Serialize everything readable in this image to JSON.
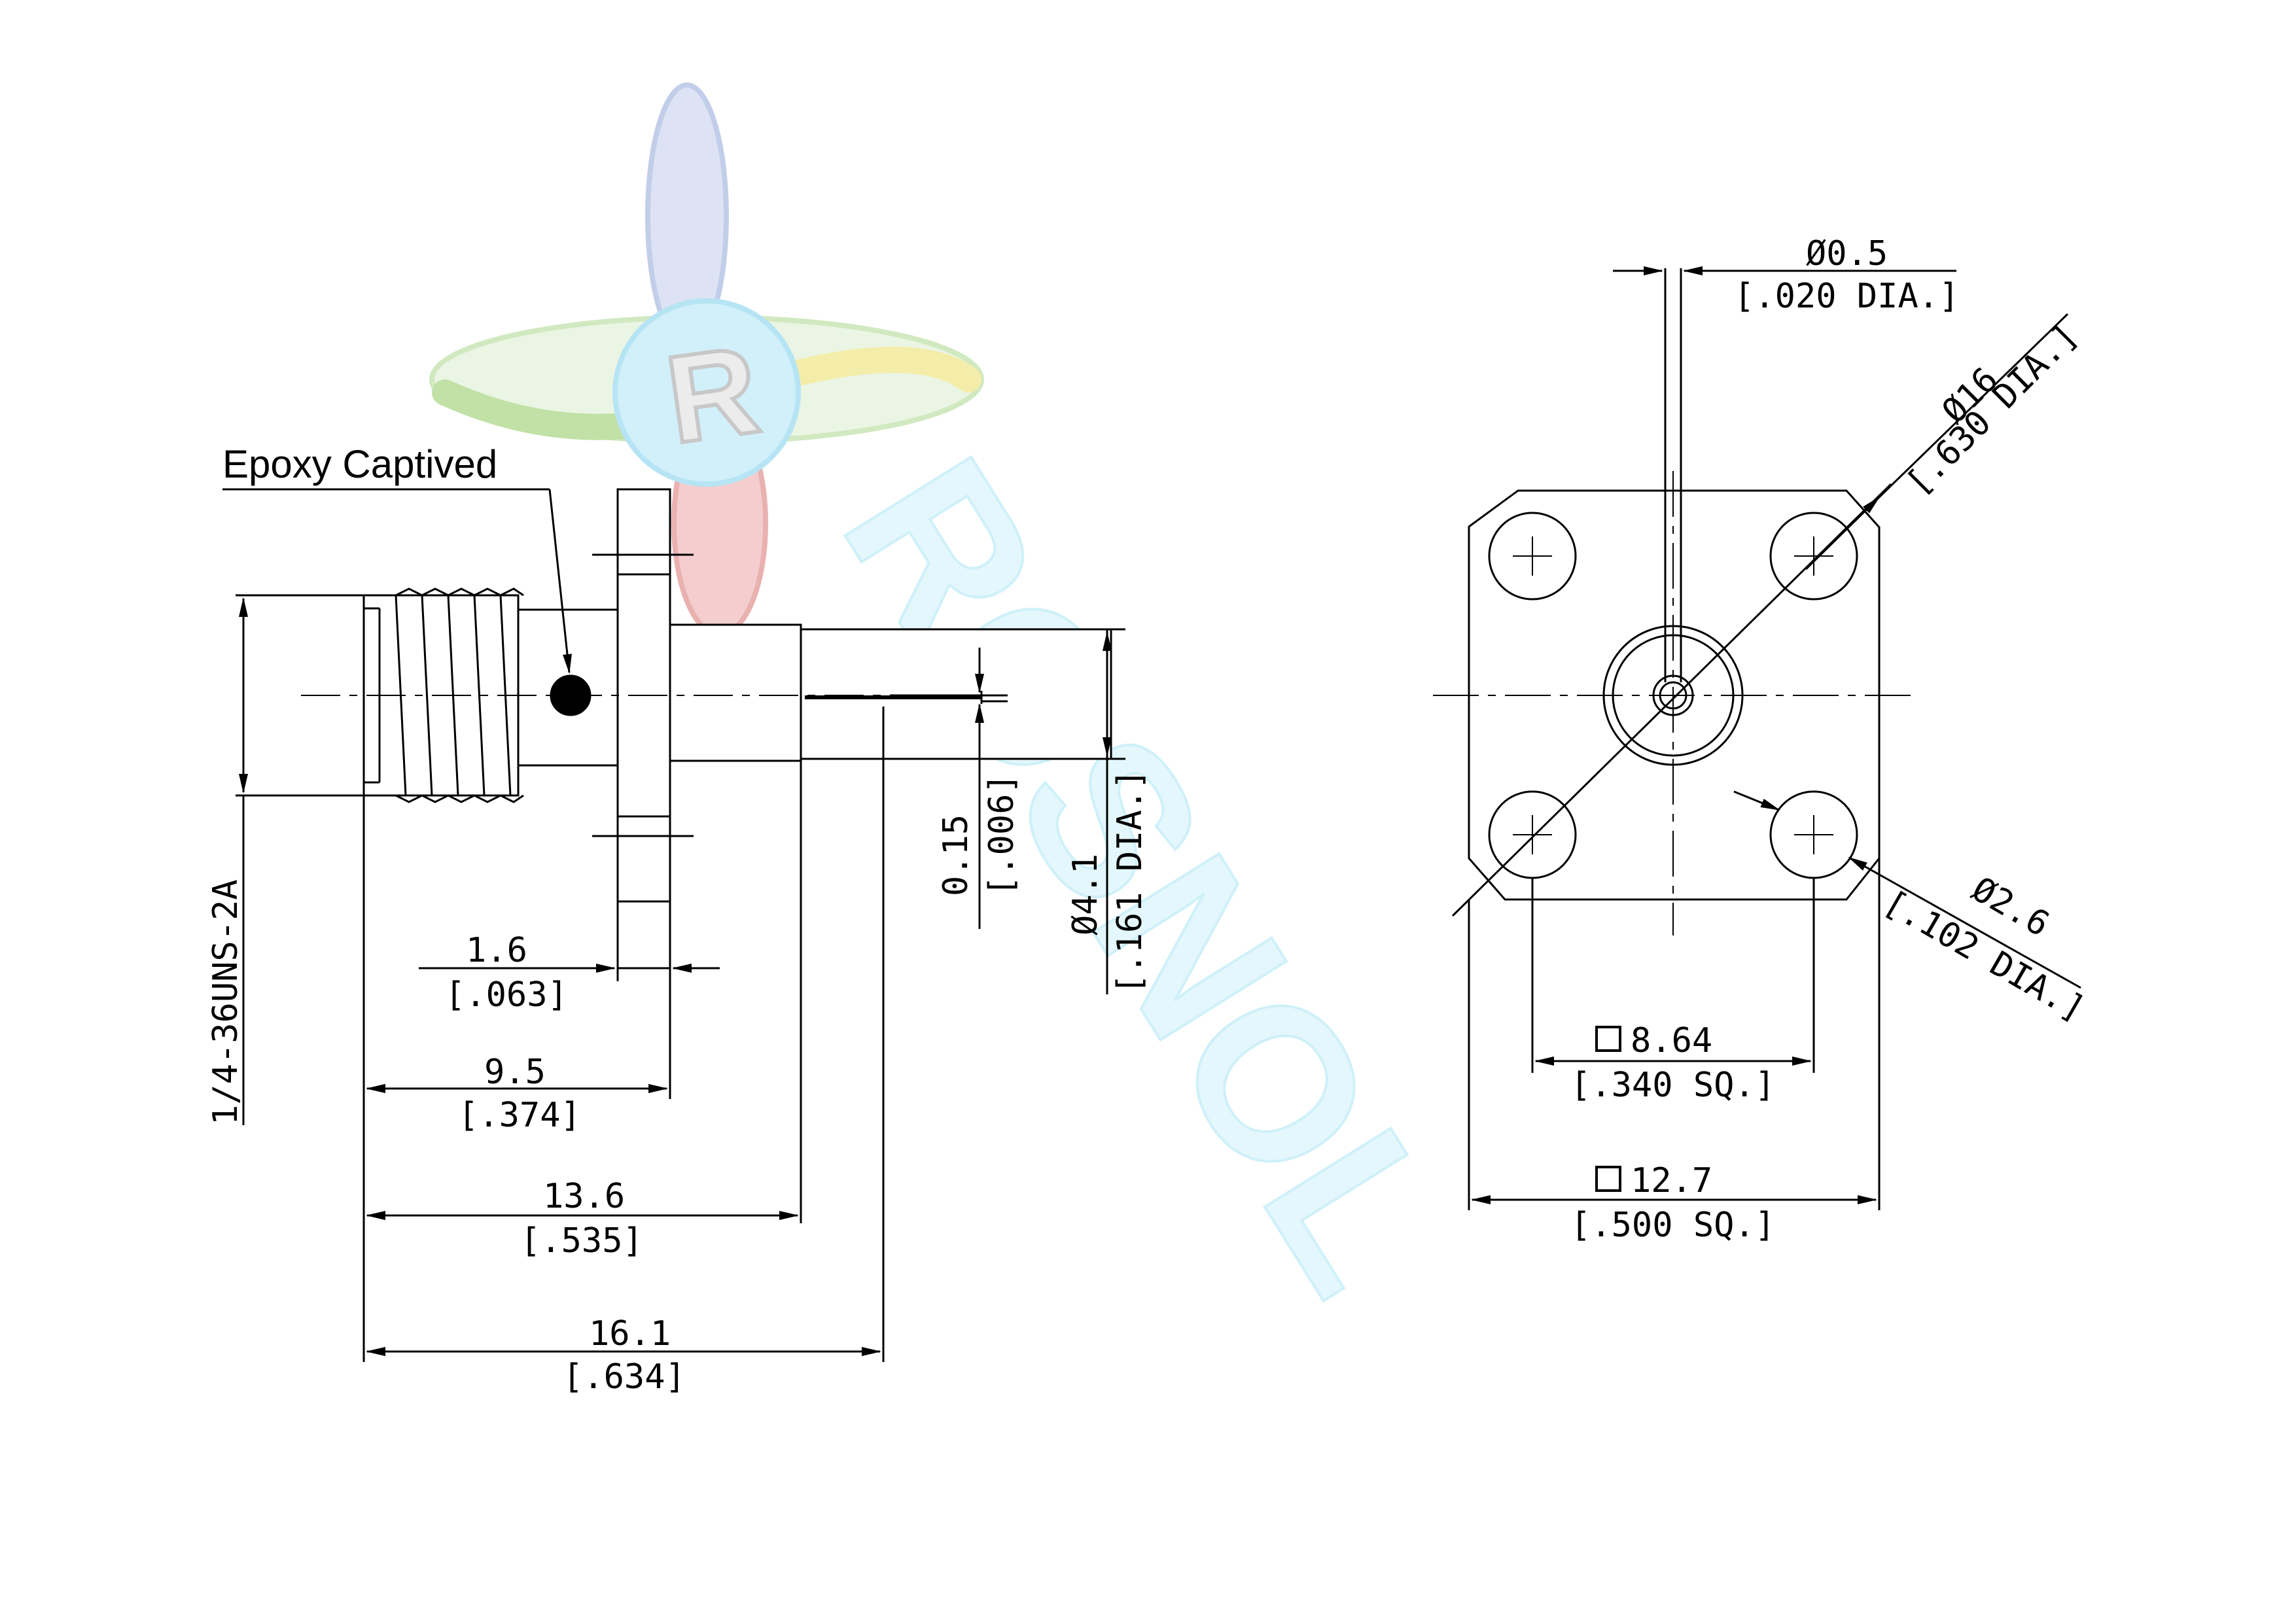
{
  "watermark": {
    "brand_text": "ROSNOL",
    "logo_letter": "R",
    "colors": {
      "blue": "#8fa9d8",
      "green": "#9ccf78",
      "yellow": "#eadf63",
      "red": "#e06a6a",
      "cyan": "#b9ecf8"
    }
  },
  "side_view": {
    "note": "Epoxy Captived",
    "thread_spec": "1/4-36UNS-2A",
    "dims": {
      "flange_thickness": {
        "mm": "1.6",
        "inch": "[.063]"
      },
      "to_flange": {
        "mm": "9.5",
        "inch": "[.374]"
      },
      "body_length": {
        "mm": "13.6",
        "inch": "[.535]"
      },
      "overall_length": {
        "mm": "16.1",
        "inch": "[.634]"
      },
      "pin_offset": {
        "mm": "0.15",
        "inch": "[.006]"
      },
      "body_diameter": {
        "mm": "Ø4.1",
        "inch": "[.161 DIA.]"
      }
    }
  },
  "front_view": {
    "dims": {
      "pin_diameter": {
        "mm": "Ø0.5",
        "inch": "[.020 DIA.]"
      },
      "bolt_circle": {
        "mm": "Ø16",
        "inch": "[.630 DIA.]"
      },
      "hole_diameter": {
        "mm": "Ø2.6",
        "inch": "[.102 DIA.]"
      },
      "hole_spacing": {
        "mm": "8.64",
        "inch": "[.340 SQ.]"
      },
      "flange_size": {
        "mm": "12.7",
        "inch": "[.500 SQ.]"
      }
    }
  }
}
